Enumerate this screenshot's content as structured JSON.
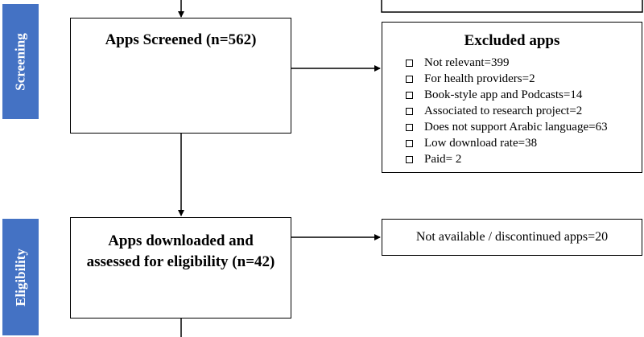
{
  "stages": {
    "screening": "Screening",
    "eligibility": "Eligibility"
  },
  "boxes": {
    "apps_screened": "Apps Screened (n=562)",
    "excluded_title": "Excluded apps",
    "excluded_items": [
      "Not relevant=399",
      "For health providers=2",
      "Book-style app and Podcasts=14",
      "Associated to research project=2",
      "Does not support Arabic language=63",
      "Low download rate=38",
      "Paid= 2"
    ],
    "downloaded_line1": "Apps downloaded and",
    "downloaded_line2": "assessed for eligibility (n=42)",
    "not_available": "Not available / discontinued apps=20"
  },
  "colors": {
    "stage_bg": "#4472c4",
    "stage_text": "#ffffff",
    "border": "#000000"
  }
}
